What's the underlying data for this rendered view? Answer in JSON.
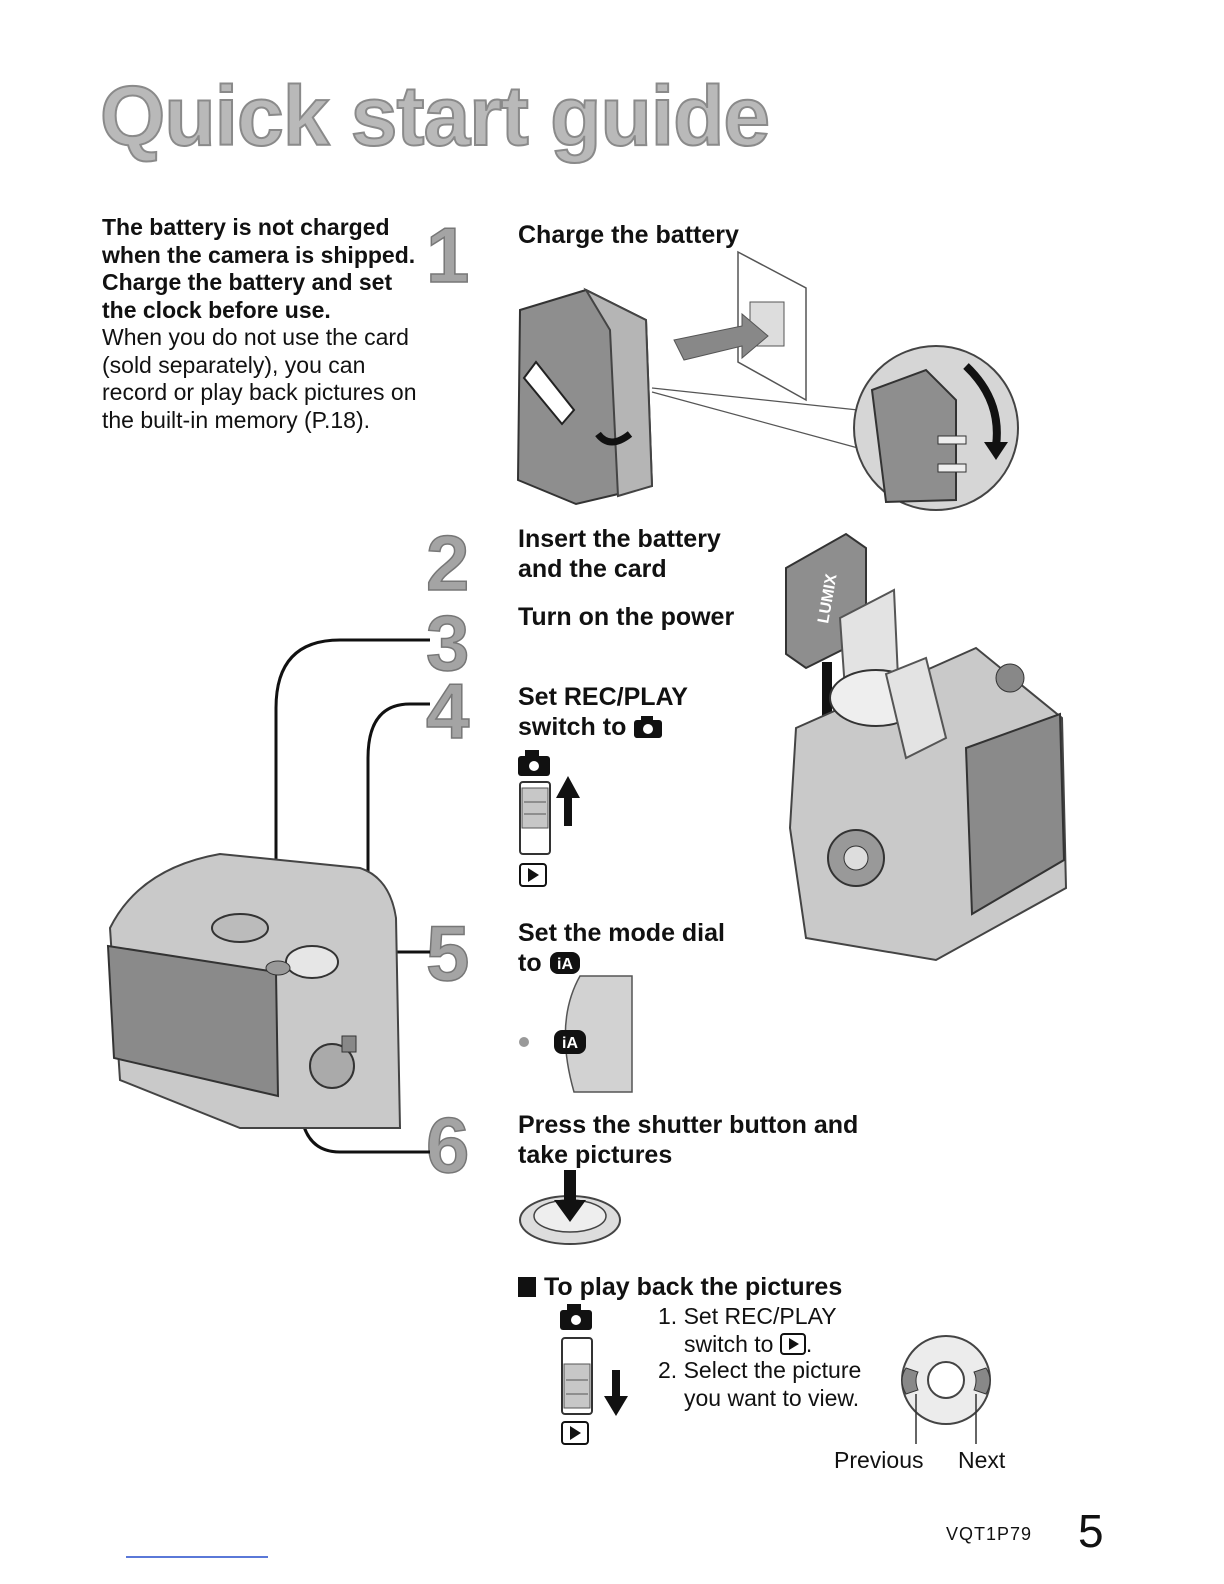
{
  "title": "Quick start guide",
  "intro": {
    "bold_text": "The battery is not charged when the camera is shipped. Charge the battery and set the clock before use.",
    "regular_text": "When you do not use the card (sold separately), you can record or play back pictures on the built-in memory (P.18)."
  },
  "steps": [
    {
      "number": "1",
      "title_line1": "Charge the battery",
      "title_line2": ""
    },
    {
      "number": "2",
      "title_line1": "Insert the battery",
      "title_line2": "and the card"
    },
    {
      "number": "3",
      "title_line1": "Turn on the power",
      "title_line2": ""
    },
    {
      "number": "4",
      "title_line1": "Set REC/PLAY",
      "title_line2": "switch to"
    },
    {
      "number": "5",
      "title_line1": "Set the mode dial",
      "title_line2": "to"
    },
    {
      "number": "6",
      "title_line1": "Press the shutter button and",
      "title_line2": "take pictures"
    }
  ],
  "playback": {
    "heading": "To play back the pictures",
    "step1_line1": "1. Set REC/PLAY",
    "step1_line2": "switch to",
    "step2_line1": "2. Select the picture",
    "step2_line2": "you want to view.",
    "previous_label": "Previous",
    "next_label": "Next"
  },
  "icons": {
    "camera": "camera-icon",
    "play": "play-icon",
    "ia": "intelligent-auto-icon",
    "arrow_up": "arrow-up-icon",
    "arrow_down": "arrow-down-icon"
  },
  "footer": {
    "model_code": "VQT1P79",
    "page_number": "5"
  }
}
